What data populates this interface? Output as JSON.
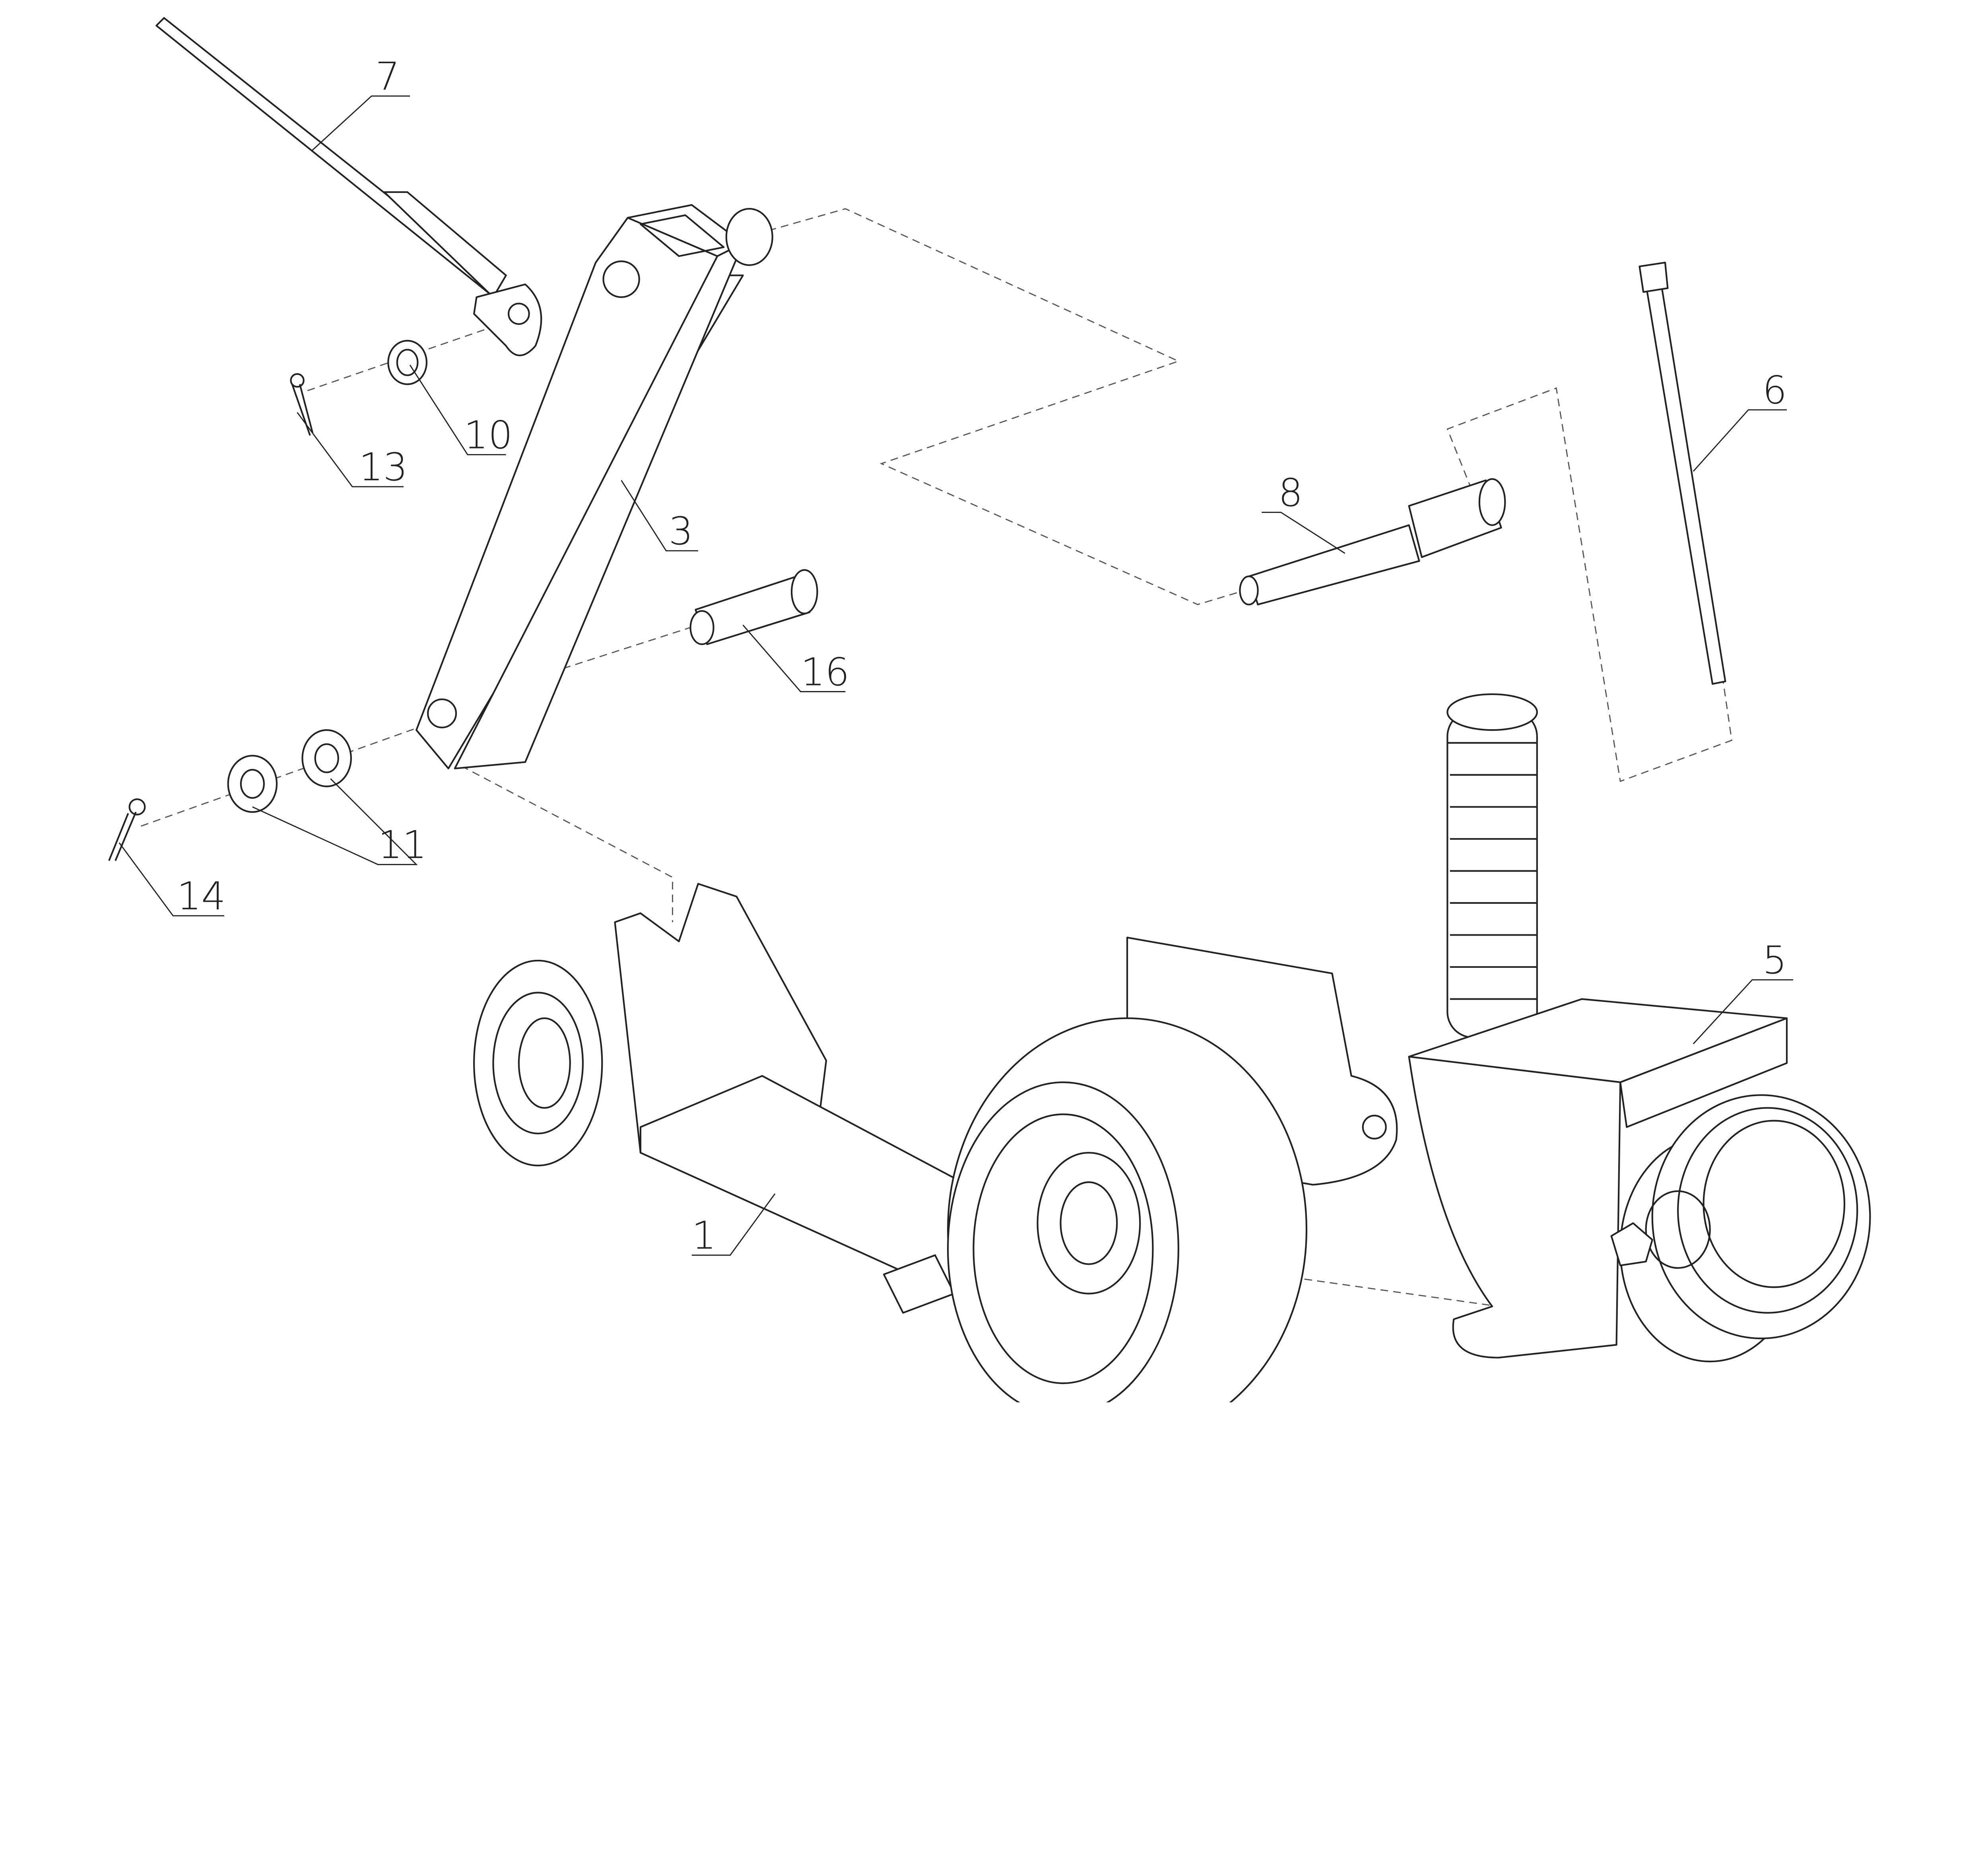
{
  "drawing": {
    "type": "exploded assembly view",
    "part_labels": {
      "p1": "1",
      "p3": "3",
      "p5": "5",
      "p6": "6",
      "p7": "7",
      "p8": "8",
      "p10": "10",
      "p11": "11",
      "p13": "13",
      "p14": "14",
      "p16": "16"
    },
    "line_color": "#222222"
  }
}
